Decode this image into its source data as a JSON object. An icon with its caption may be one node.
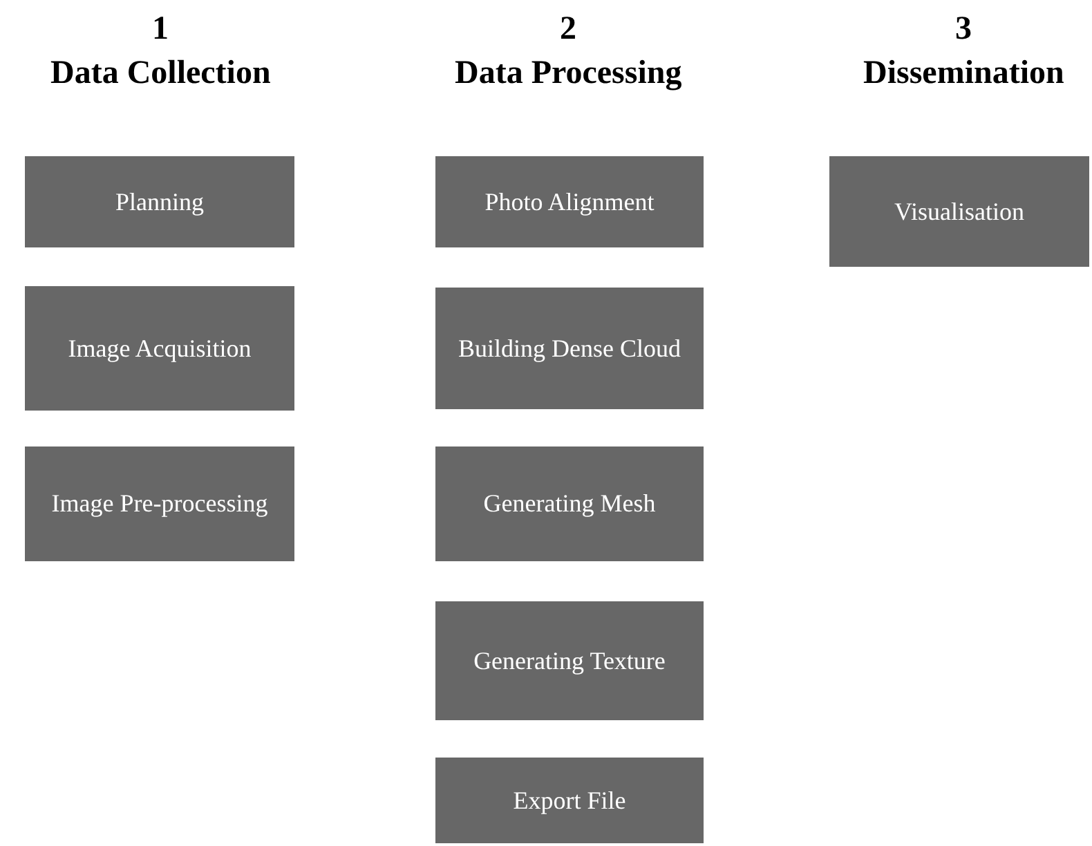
{
  "diagram": {
    "nodes": [
      {
        "text": [
          "Planning"
        ]
      },
      {
        "text": [
          "Image Acquisition"
        ]
      },
      {
        "text": [
          "Image Pre-processing"
        ]
      },
      {
        "text": [
          "Photo Alignment"
        ]
      },
      {
        "text": [
          "Building Dense Cloud"
        ]
      },
      {
        "text": [
          "Generating Mesh"
        ]
      },
      {
        "text": [
          "Generating Texture"
        ]
      },
      {
        "text": [
          "Export File"
        ]
      },
      {
        "text": [
          "Visualisation"
        ]
      }
    ],
    "labels": [
      "1",
      "Data Collection",
      "2",
      "Data Processing",
      "3",
      "Dissemination"
    ]
  }
}
